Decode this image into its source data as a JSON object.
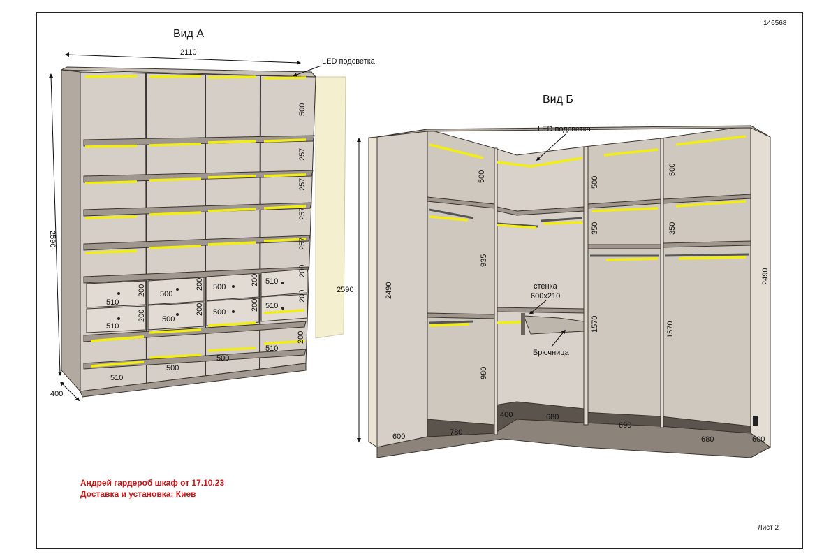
{
  "sheet": {
    "doc_number": "146568",
    "sheet_label": "Лист 2",
    "note_line1": "Андрей гардероб шкаф от 17.10.23",
    "note_line2": "Доставка и установка: Киев"
  },
  "view_a": {
    "title": "Вид А",
    "width_dim": "2110",
    "height_dim": "2590",
    "depth_dim": "400",
    "side_height_dim": "2590",
    "led_label": "LED подсветка",
    "shelf_dims": [
      "500",
      "257",
      "257",
      "257",
      "257"
    ],
    "drawer_dims": [
      "200",
      "200",
      "200",
      "200",
      "200",
      "200",
      "200",
      "200",
      "200"
    ],
    "drawer_widths": [
      "510",
      "510",
      "500",
      "500",
      "500",
      "500",
      "510",
      "510"
    ],
    "bottom_widths": [
      "510",
      "500",
      "500",
      "510"
    ]
  },
  "view_b": {
    "title": "Вид Б",
    "led_label": "LED подсветка",
    "left_height": "2490",
    "right_height": "2490",
    "wall_label_1": "стенка",
    "wall_label_2": "600х210",
    "trouser_rack_label": "Брючница",
    "dims_vertical": [
      "500",
      "935",
      "980",
      "500",
      "350",
      "1570",
      "500",
      "350",
      "1570"
    ],
    "dims_bottom": [
      "600",
      "780",
      "400",
      "680",
      "690",
      "680",
      "600"
    ],
    "colors": {
      "panel": "#d6cfc7",
      "panel_dark": "#8c847b",
      "interior": "#cfc8bf",
      "led": "#f2ee14",
      "edge": "#3a3530"
    }
  }
}
